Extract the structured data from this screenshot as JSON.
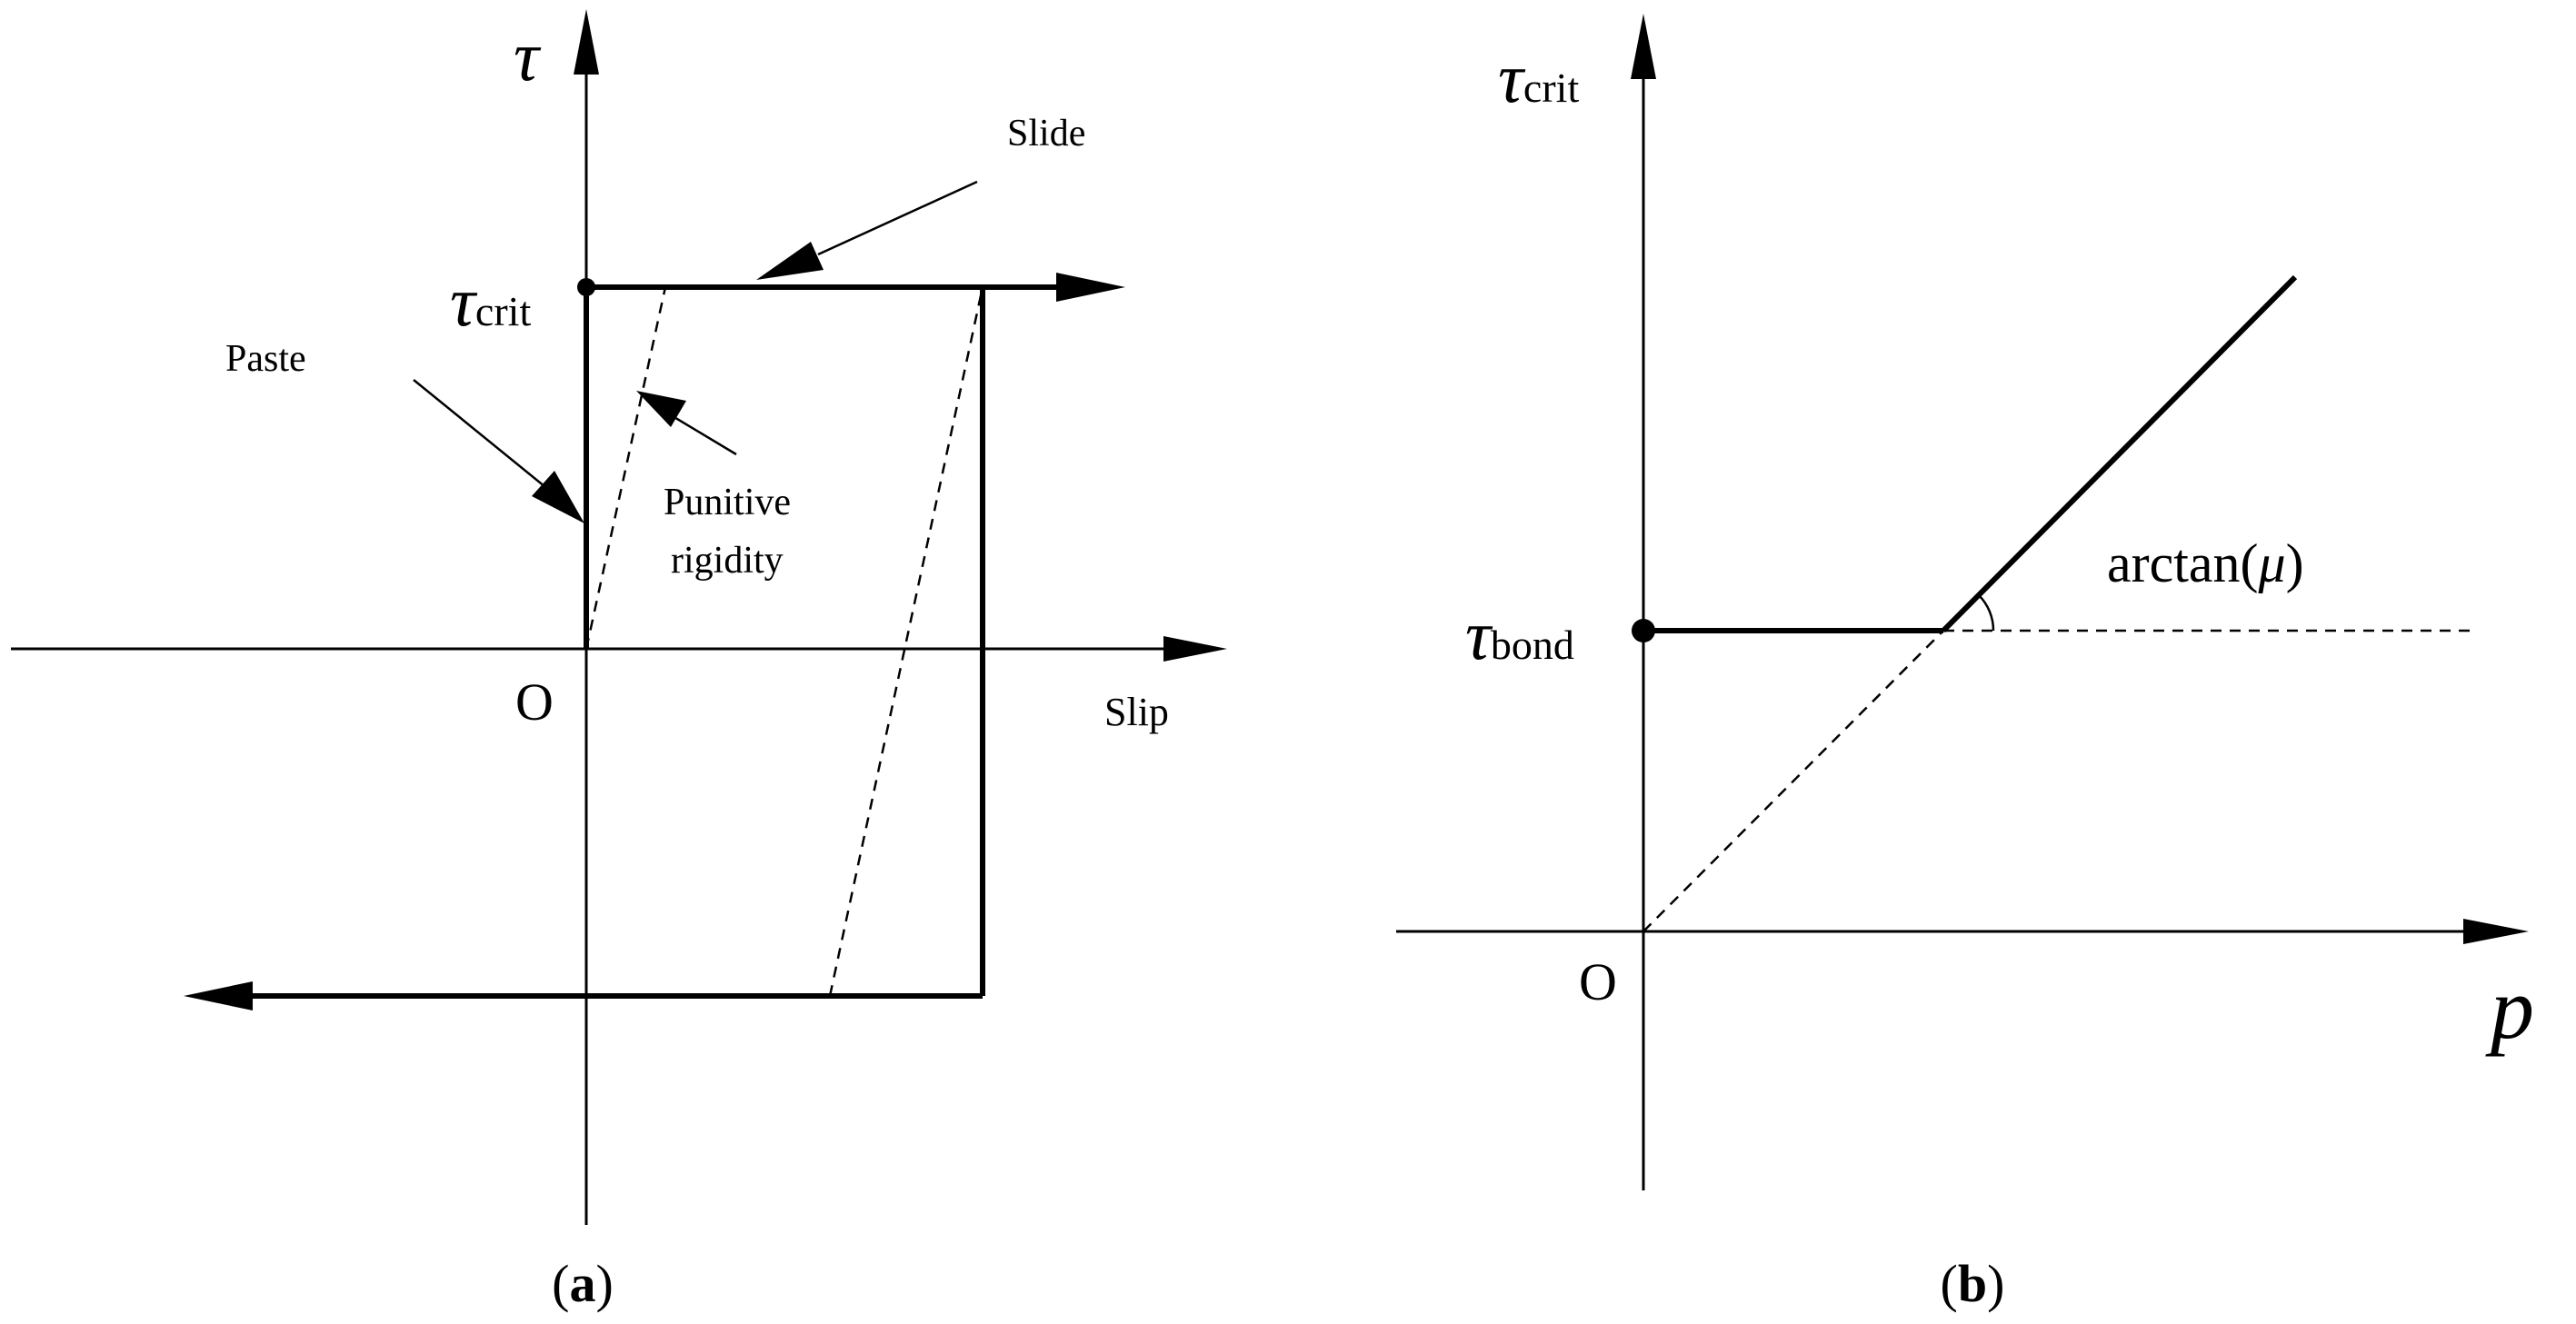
{
  "panel_a": {
    "y_axis_symbol": "τ",
    "tau_crit_main": "τ",
    "tau_crit_sub": "crit",
    "origin": "O",
    "x_axis_label": "Slip",
    "paste_label": "Paste",
    "slide_label": "Slide",
    "punitive_line1": "Punitive",
    "punitive_line2": "rigidity",
    "caption_open": "(",
    "caption_letter": "a",
    "caption_close": ")"
  },
  "panel_b": {
    "y_axis_main": "τ",
    "y_axis_sub": "crit",
    "tau_bond_main": "τ",
    "tau_bond_sub": "bond",
    "origin": "O",
    "x_axis_symbol": "p",
    "angle_prefix": "arctan(",
    "angle_mu": "μ",
    "angle_suffix": ")",
    "caption_open": "(",
    "caption_letter": "b",
    "caption_close": ")"
  },
  "colors": {
    "ink": "#000000",
    "background": "#ffffff"
  }
}
